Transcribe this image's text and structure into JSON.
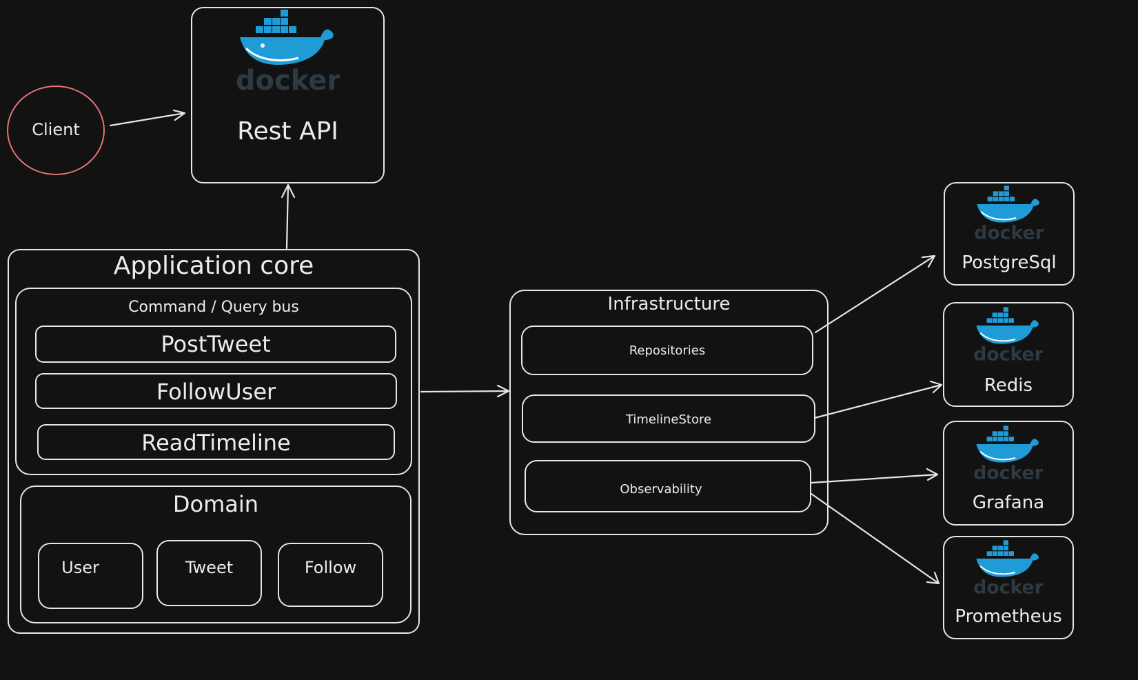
{
  "client": {
    "label": "Client",
    "color": "#e57373"
  },
  "rest_api": {
    "label": "Rest API",
    "logo": "docker"
  },
  "app_core": {
    "title": "Application core",
    "bus": {
      "title": "Command / Query bus",
      "items": [
        "PostTweet",
        "FollowUser",
        "ReadTimeline"
      ]
    },
    "domain": {
      "title": "Domain",
      "items": [
        "User",
        "Tweet",
        "Follow"
      ]
    }
  },
  "infrastructure": {
    "title": "Infrastructure",
    "items": [
      "Repositories",
      "TimelineStore",
      "Observability"
    ]
  },
  "services": [
    "PostgreSql",
    "Redis",
    "Grafana",
    "Prometheus"
  ],
  "docker_word": "docker",
  "colors": {
    "docker_blue": "#1f9bd6",
    "docker_dark": "#2d3a42",
    "stroke": "#e6e6e6",
    "background": "#121212"
  }
}
